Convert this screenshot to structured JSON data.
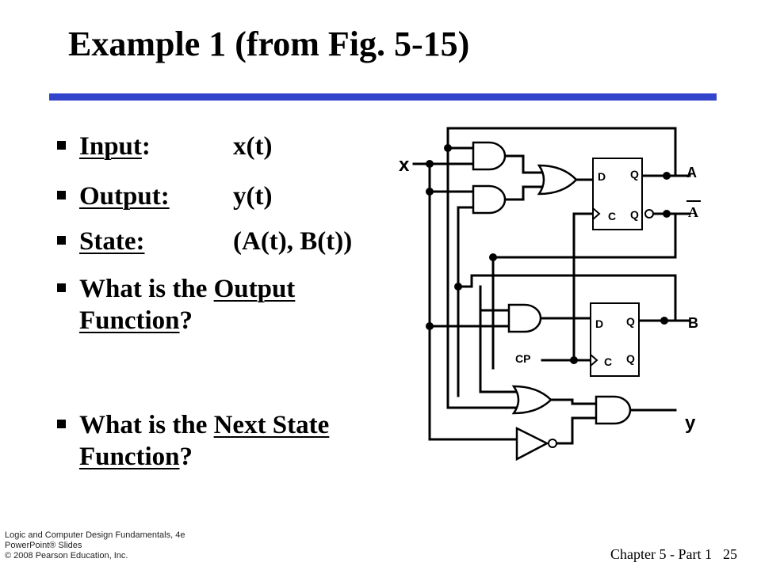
{
  "slide": {
    "title": "Example 1 (from Fig. 5-15)"
  },
  "bullets": {
    "input_label": "Input",
    "input_colon": ":",
    "input_value": "x(t)",
    "output_label": "Output:",
    "output_value": "y(t)",
    "state_label": "State:",
    "state_value": "(A(t), B(t))",
    "q1_prefix": "What is the ",
    "q1_u1": "Output",
    "q1_u2": "Function",
    "q1_suffix": "?",
    "q2_prefix": "What is the ",
    "q2_u1": "Next State",
    "q2_u2": "Function",
    "q2_suffix": "?"
  },
  "circuit": {
    "input_x": "x",
    "output_a": "A",
    "output_a_bar": "A",
    "output_b": "B",
    "output_y": "y",
    "clock": "CP",
    "ff_d": "D",
    "ff_q": "Q",
    "ff_c": "C"
  },
  "footer": {
    "line1": "Logic and Computer Design Fundamentals, 4e",
    "line2": "PowerPoint® Slides",
    "line3": "© 2008 Pearson Education, Inc.",
    "chapter": "Chapter 5 - Part 1",
    "page": "25"
  },
  "colors": {
    "rule": "#3344cc"
  }
}
